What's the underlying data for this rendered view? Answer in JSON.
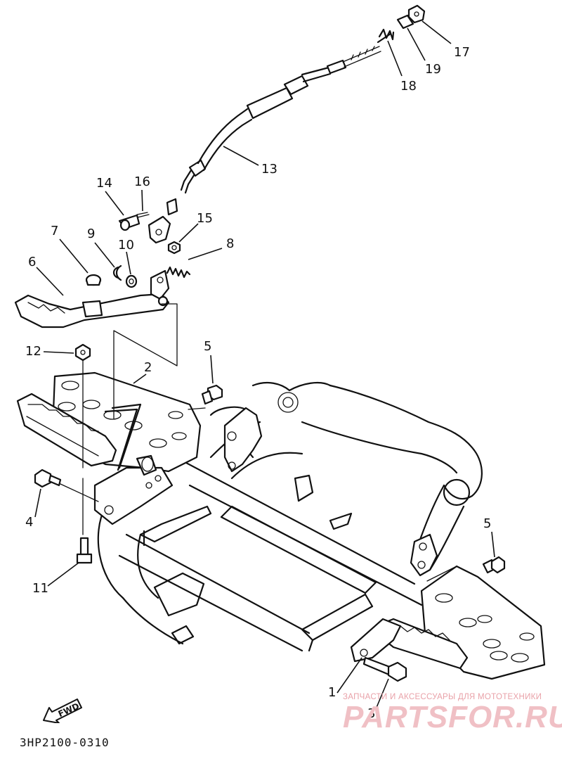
{
  "figure_code": "3HP2100-0310",
  "fwd_label": "FWD",
  "watermark": {
    "tagline": "ЗАПЧАСТИ И АКСЕССУАРЫ ДЛЯ МОТОТЕХНИКИ",
    "brand": "PARTSFOR.RU"
  },
  "callouts": {
    "c1": "1",
    "c2": "2",
    "c3": "3",
    "c4": "4",
    "c5a": "5",
    "c5b": "5",
    "c6": "6",
    "c7": "7",
    "c8": "8",
    "c9": "9",
    "c10": "10",
    "c11": "11",
    "c12": "12",
    "c13": "13",
    "c14": "14",
    "c15": "15",
    "c16": "16",
    "c17": "17",
    "c18": "18",
    "c19": "19"
  },
  "colors": {
    "ink": "#111111",
    "watermark": "#f0c0c5"
  }
}
